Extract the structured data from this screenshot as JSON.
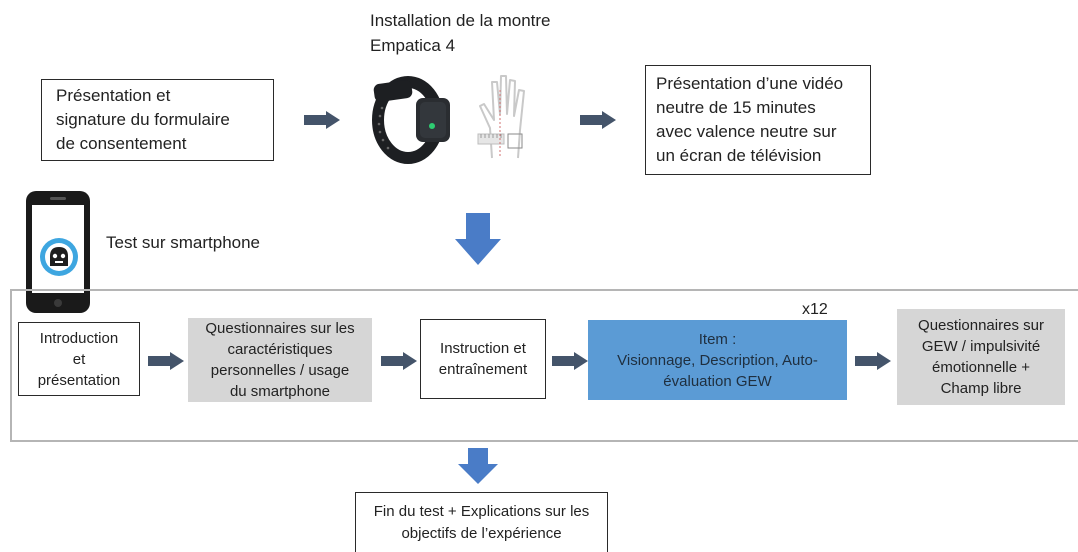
{
  "top": {
    "consent_box": "Présentation et\nsignature du formulaire\nde consentement",
    "watch_title": "Installation de la montre\nEmpatica 4",
    "video_box": "Présentation d’une vidéo\nneutre de 15  minutes\navec valence neutre sur\nun écran de télévision"
  },
  "smartphone": {
    "label": "Test sur smartphone"
  },
  "flow": {
    "intro": "Introduction\net\nprésentation",
    "questionnaire_personal": "Questionnaires sur les\ncaractéristiques\npersonnelles / usage\ndu smartphone",
    "instruction": "Instruction et\nentraînement",
    "repeat_label": "x12",
    "item": "Item :\nVisionnage, Description, Auto-\névaluation GEW",
    "questionnaire_gew": "Questionnaires sur\nGEW / impulsivité\némotionnelle +\nChamp libre"
  },
  "end_box": "Fin du test + Explications sur les\nobjectifs de l’expérience",
  "colors": {
    "arrow_dark": "#44546a",
    "arrow_blue": "#4a7cc7",
    "item_fill": "#5b9bd5",
    "grey_fill": "#d6d6d6",
    "frame": "#b5b5b5"
  },
  "icons": [
    "wristband-watch-icon",
    "hand-measure-icon",
    "smartphone-icon",
    "robot-avatar-icon"
  ]
}
